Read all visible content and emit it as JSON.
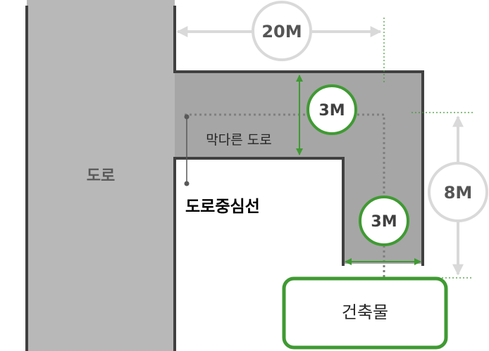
{
  "labels": {
    "road": "도로",
    "dead_end_road": "막다른 도로",
    "road_centerline": "도로중심선",
    "building": "건축물"
  },
  "dimensions": {
    "main_road_gap": "20M",
    "dead_end_width": "3M",
    "setback": "3M",
    "dead_end_length": "8M"
  },
  "colors": {
    "road_fill": "#b8b8b8",
    "dead_end_fill": "#a6a6a6",
    "outline": "#404040",
    "accent_green": "#3f9a32",
    "dim_gray": "#d9d9d9",
    "dim_text": "#555555"
  }
}
